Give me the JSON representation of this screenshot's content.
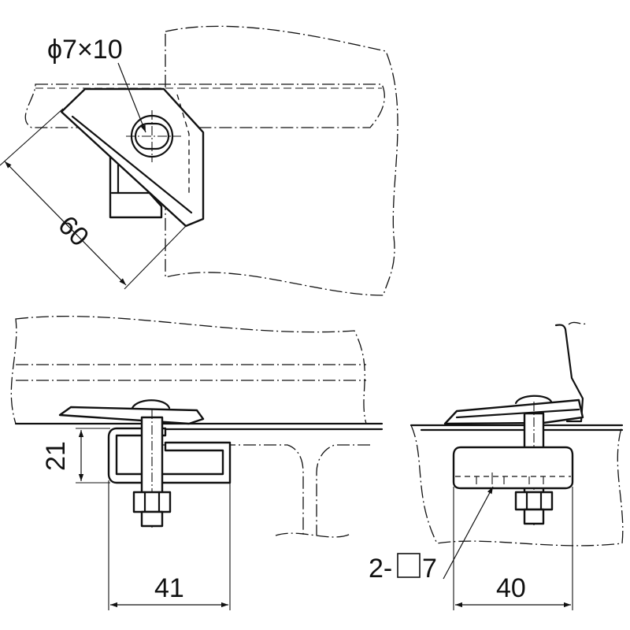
{
  "labels": {
    "hole_spec": "ϕ7×10",
    "diag_length": "60",
    "height": "21",
    "width_left": "41",
    "width_right": "40",
    "square_hole": "2-",
    "square_hole_size": "7"
  }
}
